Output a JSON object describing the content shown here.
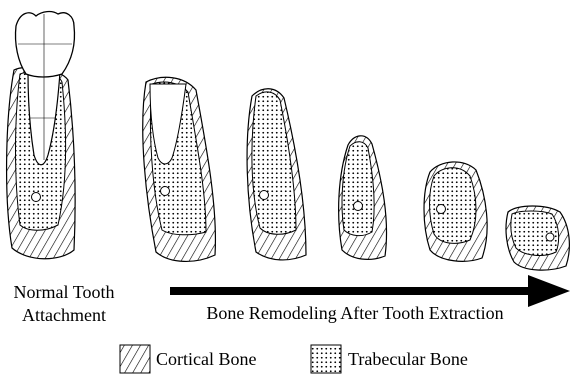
{
  "labels": {
    "normal_line1": "Normal Tooth",
    "normal_line2": "Attachment",
    "remodeling": "Bone Remodeling After Tooth Extraction"
  },
  "legend": {
    "cortical": "Cortical Bone",
    "trabecular": "Trabecular Bone"
  },
  "stages": [
    {
      "name": "normal-attachment",
      "tooth_present": true
    },
    {
      "name": "stage-1",
      "tooth_present": false
    },
    {
      "name": "stage-2",
      "tooth_present": false
    },
    {
      "name": "stage-3",
      "tooth_present": false
    },
    {
      "name": "stage-4",
      "tooth_present": false
    },
    {
      "name": "stage-5",
      "tooth_present": false
    }
  ],
  "colors": {
    "ink": "#000000",
    "background": "#ffffff"
  }
}
